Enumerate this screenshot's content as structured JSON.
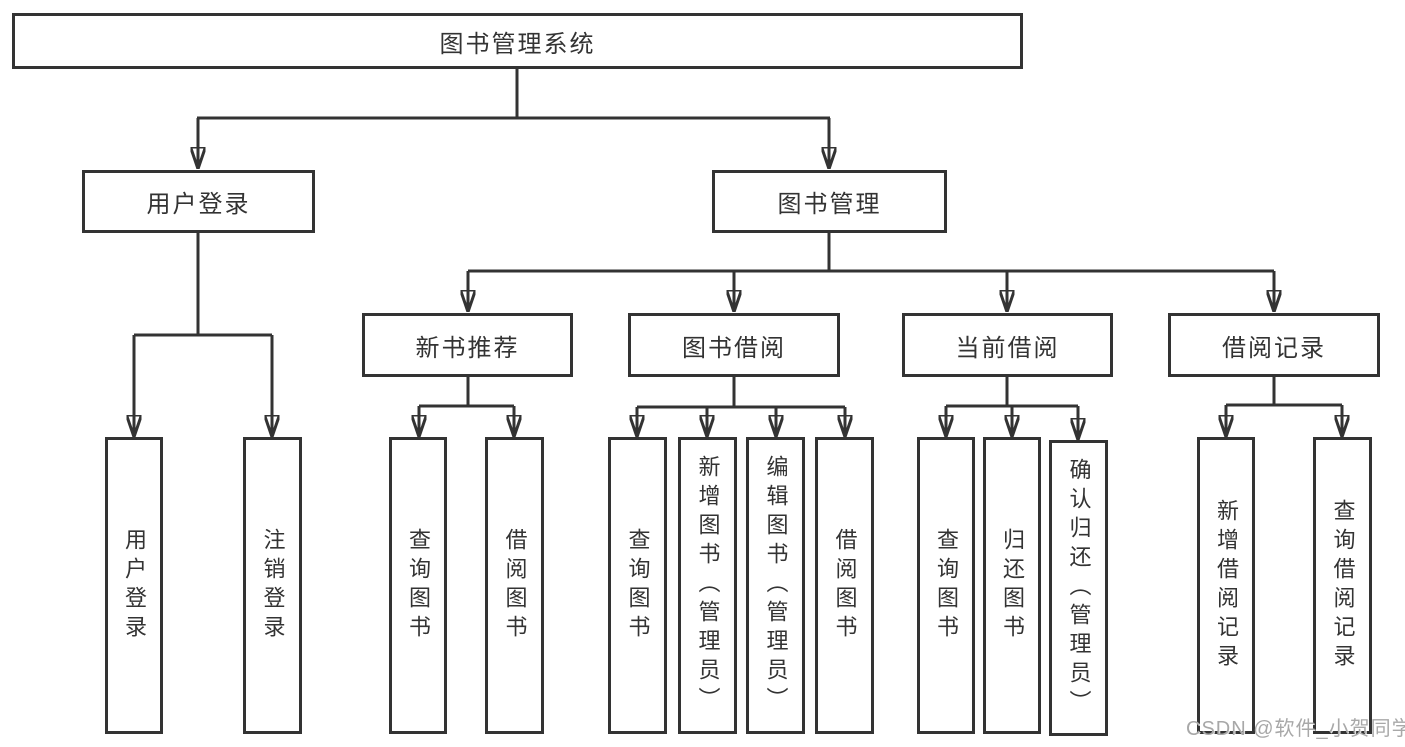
{
  "nodes": {
    "root": "图书管理系统",
    "level1": {
      "user_login": "用户登录",
      "book_management": "图书管理"
    },
    "level2": {
      "new_book_recommend": "新书推荐",
      "book_borrow": "图书借阅",
      "current_borrow": "当前借阅",
      "borrow_records": "借阅记录"
    },
    "leaves": {
      "user_login": "用户登录",
      "logout": "注销登录",
      "nb_query_books": "查询图书",
      "nb_borrow_books": "借阅图书",
      "bb_query_books": "查询图书",
      "bb_add_books_admin": "新增图书（管理员）",
      "bb_edit_books_admin": "编辑图书（管理员）",
      "bb_borrow_books": "借阅图书",
      "cb_query_books": "查询图书",
      "cb_return_books": "归还图书",
      "cb_confirm_return_admin": "确认归还（管理员）",
      "br_add_record": "新增借阅记录",
      "br_query_record": "查询借阅记录"
    }
  },
  "watermark": "CSDN @软件_小贺同学",
  "colors": {
    "line": "#333333",
    "text": "#333333",
    "watermark": "#a8a8a8",
    "background": "#ffffff"
  }
}
